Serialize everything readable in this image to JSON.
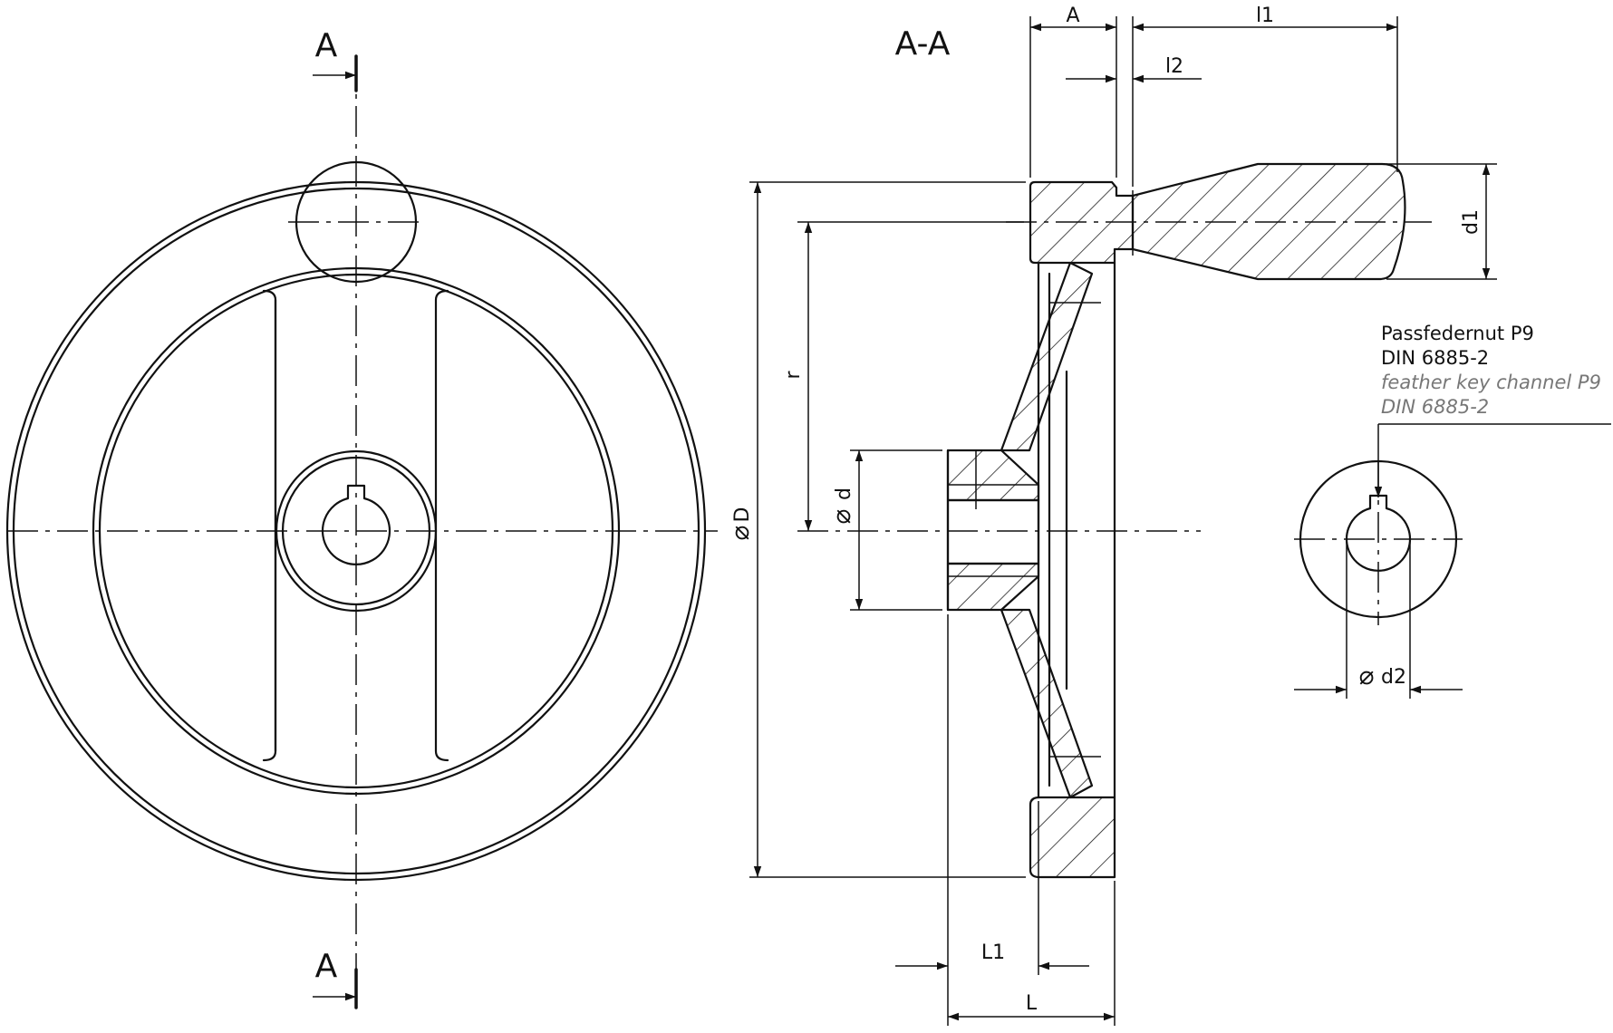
{
  "section_marker": "A",
  "section_title": "A-A",
  "dimensions": {
    "A": "A",
    "l1": "l1",
    "l2": "l2",
    "d1": "d1",
    "r": "r",
    "D": "D",
    "d": "d",
    "L1": "L1",
    "L": "L",
    "d2": "d2"
  },
  "diameter_symbol": "⌀",
  "keyway_note": {
    "line1": "Passfedernut P9",
    "line2": "DIN 6885-2",
    "line3": "feather key channel P9",
    "line4": "DIN 6885-2"
  },
  "colors": {
    "line": "#111111",
    "translation_text": "#777777"
  }
}
